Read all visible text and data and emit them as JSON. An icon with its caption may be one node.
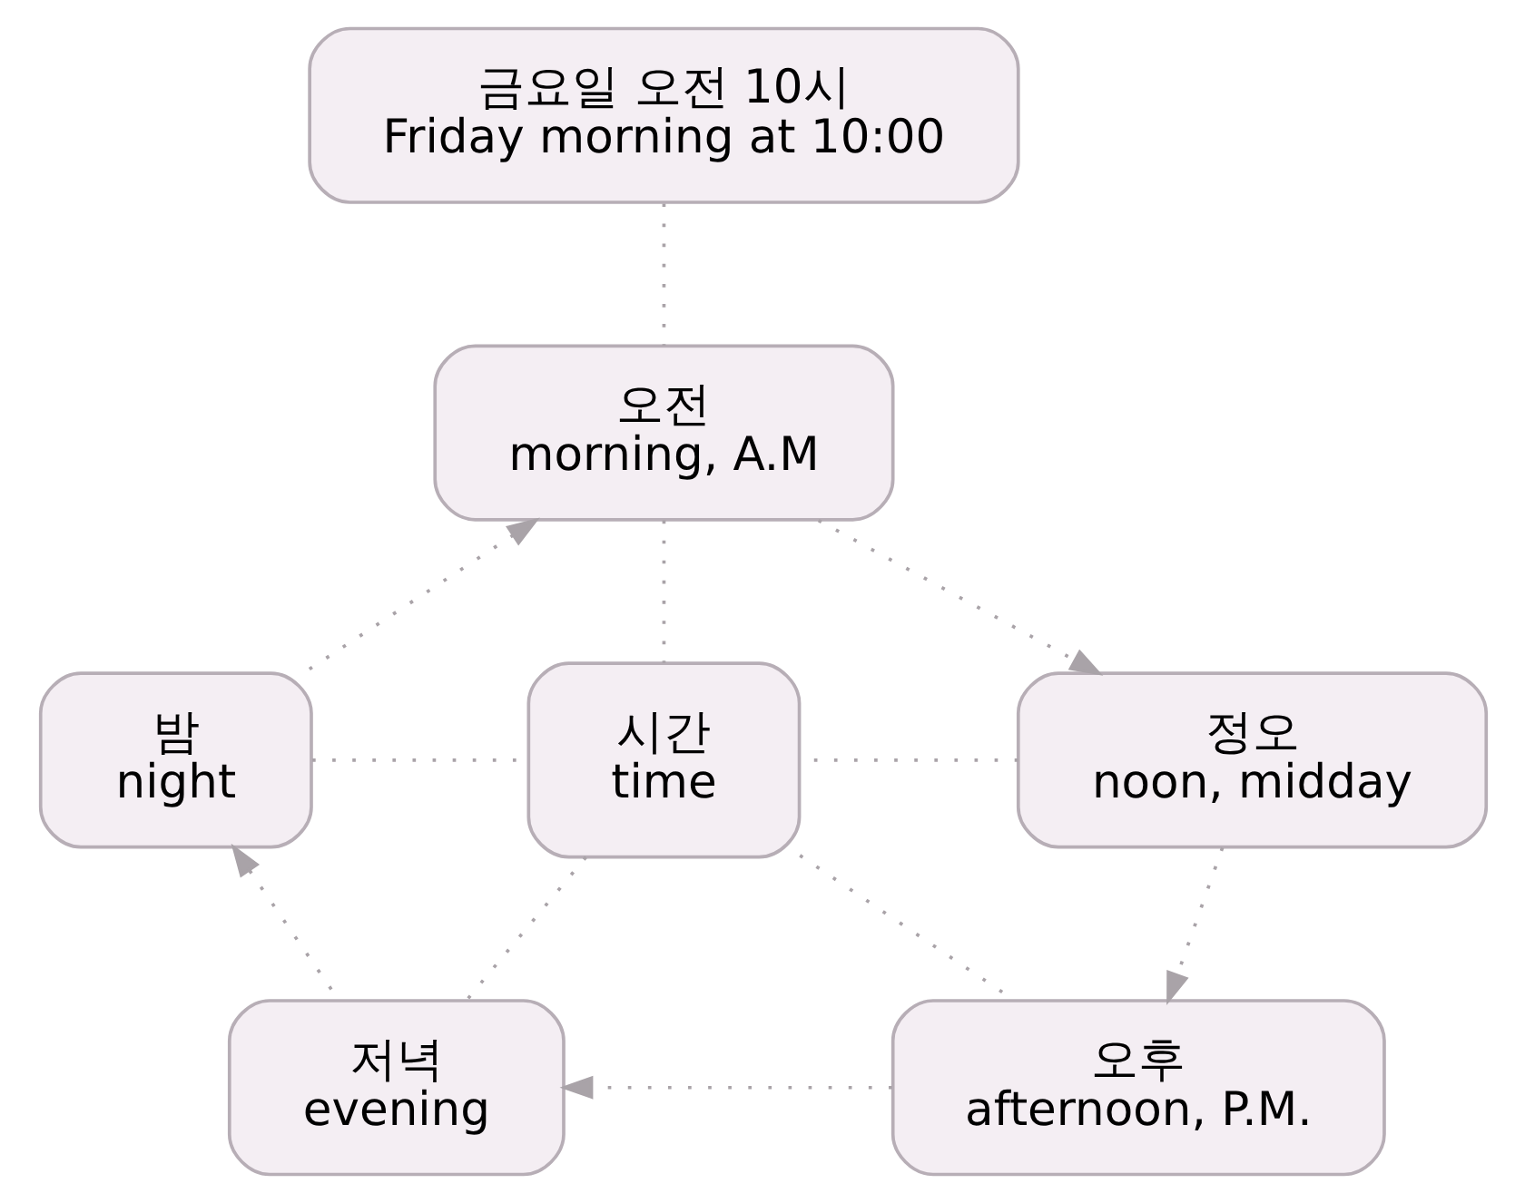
{
  "diagram": {
    "nodes": [
      {
        "text": [
          "금요일 오전 10시",
          "Friday morning at 10:00"
        ]
      },
      {
        "text": [
          "오전",
          "morning, A.M"
        ]
      },
      {
        "text": [
          "밤",
          "night"
        ]
      },
      {
        "text": [
          "정오",
          "noon, midday"
        ]
      },
      {
        "text": [
          "시간",
          "time"
        ]
      },
      {
        "text": [
          "저녁",
          "evening"
        ]
      },
      {
        "text": [
          "오후",
          "afternoon, P.M."
        ]
      }
    ],
    "edges": [
      {
        "from": 0,
        "to": 1,
        "arrow": "none",
        "style": "dashed"
      },
      {
        "from": 1,
        "to": 4,
        "arrow": "none",
        "style": "dashed"
      },
      {
        "from": 2,
        "to": 4,
        "arrow": "none",
        "style": "dashed"
      },
      {
        "from": 3,
        "to": 4,
        "arrow": "none",
        "style": "dashed"
      },
      {
        "from": 5,
        "to": 4,
        "arrow": "none",
        "style": "dashed"
      },
      {
        "from": 6,
        "to": 4,
        "arrow": "none",
        "style": "dashed"
      },
      {
        "from": 1,
        "to": 3,
        "arrow": "to",
        "style": "dashed"
      },
      {
        "from": 3,
        "to": 6,
        "arrow": "to",
        "style": "dashed"
      },
      {
        "from": 6,
        "to": 5,
        "arrow": "to",
        "style": "dashed"
      },
      {
        "from": 5,
        "to": 2,
        "arrow": "to",
        "style": "dashed"
      },
      {
        "from": 2,
        "to": 1,
        "arrow": "to",
        "style": "dashed"
      }
    ]
  }
}
